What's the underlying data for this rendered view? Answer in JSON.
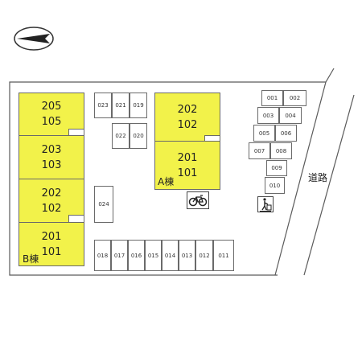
{
  "map": {
    "north_arrow": "north-arrow-icon",
    "colors": {
      "unit_fill": "#f2f24a",
      "outline": "#5a5a5a"
    },
    "building_b": {
      "name": "B棟",
      "units": [
        {
          "upper": "205",
          "lower": "105"
        },
        {
          "upper": "203",
          "lower": "103"
        },
        {
          "upper": "202",
          "lower": "102"
        },
        {
          "upper": "201",
          "lower": "101"
        }
      ]
    },
    "building_a": {
      "name": "A棟",
      "units": [
        {
          "upper": "202",
          "lower": "102"
        },
        {
          "upper": "201",
          "lower": "101"
        }
      ]
    },
    "parking_top": [
      "023",
      "021",
      "019",
      "022",
      "020"
    ],
    "parking_side": "024",
    "parking_bottom": [
      "018",
      "017",
      "016",
      "015",
      "014",
      "013",
      "012",
      "011"
    ],
    "parking_right": [
      "001",
      "002",
      "003",
      "004",
      "005",
      "006",
      "007",
      "008",
      "009",
      "010"
    ],
    "road_label": "道路",
    "icons": {
      "bicycle": "bicycle-icon",
      "garbage": "garbage-station-icon"
    }
  }
}
